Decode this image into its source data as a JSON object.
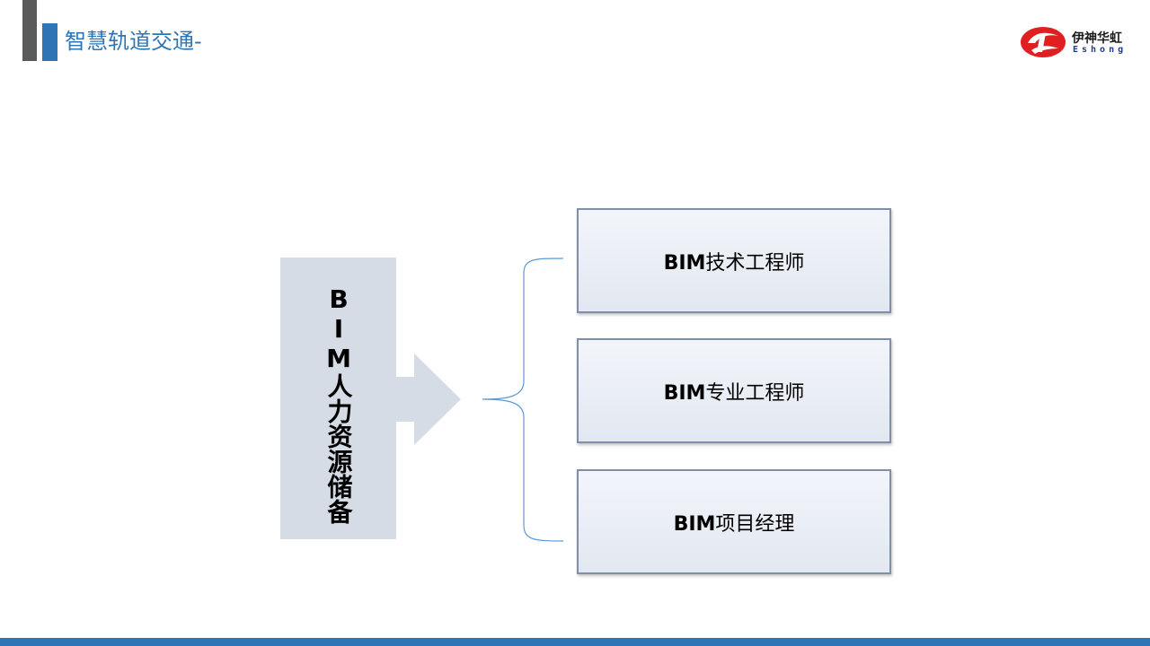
{
  "header": {
    "title": "智慧轨道交通-"
  },
  "logo": {
    "name_cn": "伊神华虹",
    "name_en": "Eshong",
    "icon": "eshong-logo-icon"
  },
  "diagram": {
    "source_label": "BIM人力资源储备",
    "roles": [
      {
        "prefix": "BIM",
        "label": "技术工程师"
      },
      {
        "prefix": "BIM",
        "label": "专业工程师"
      },
      {
        "prefix": "BIM",
        "label": "项目经理"
      }
    ]
  },
  "colors": {
    "accent": "#2e75b6",
    "header_dark": "#5a5a5a",
    "source_box": "#d6dce5",
    "role_box_border": "#7f8fa9",
    "logo_red": "#e02020"
  }
}
